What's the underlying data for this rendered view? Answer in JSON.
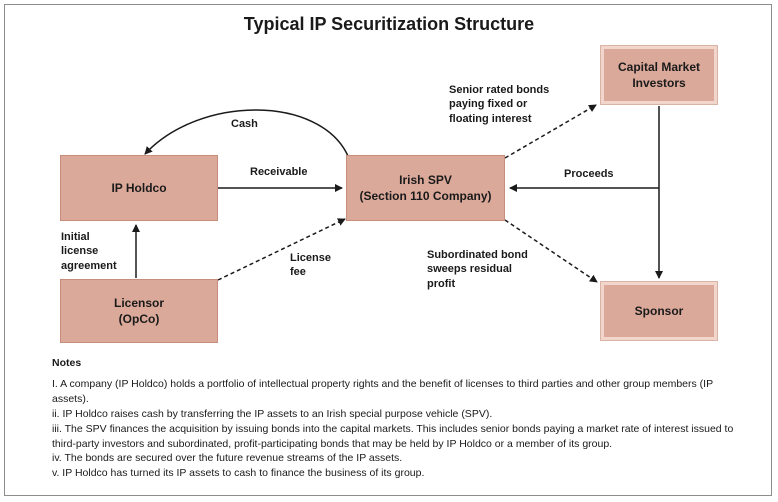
{
  "title": "Typical IP Securitization Structure",
  "boxes": {
    "ip_holdco": "IP Holdco",
    "irish_spv": "Irish SPV\n(Section 110 Company)",
    "capital_market_investors": "Capital Market\nInvestors",
    "licensor": "Licensor\n(OpCo)",
    "sponsor": "Sponsor"
  },
  "labels": {
    "cash": "Cash",
    "receivable": "Receivable",
    "senior_bonds": "Senior rated bonds\npaying fixed or\nfloating interest",
    "proceeds": "Proceeds",
    "initial_license": "Initial\nlicense\nagreement",
    "license_fee": "License\nfee",
    "subordinated_bond": "Subordinated bond\nsweeps residual\nprofit"
  },
  "notes": {
    "heading": "Notes",
    "items": [
      "I.   A company (IP Holdco) holds a portfolio of intellectual property rights and the benefit of licenses to third parties and other group members (IP assets).",
      "ii. IP Holdco raises cash by transferring the IP assets to an Irish special purpose vehicle (SPV).",
      "iii. The SPV finances the acquisition by issuing bonds into the capital markets. This includes senior bonds paying a market rate of interest issued to third-party investors and subordinated, profit-participating bonds that may be held by IP Holdco or a member of its group.",
      "iv. The bonds are secured over the future revenue streams of the IP assets.",
      "v. IP Holdco has turned its IP assets to cash to finance the business of its group."
    ]
  },
  "colors": {
    "box_fill": "#dba99a",
    "box_border": "#c98d7b",
    "arrow": "#1a1a1a"
  }
}
